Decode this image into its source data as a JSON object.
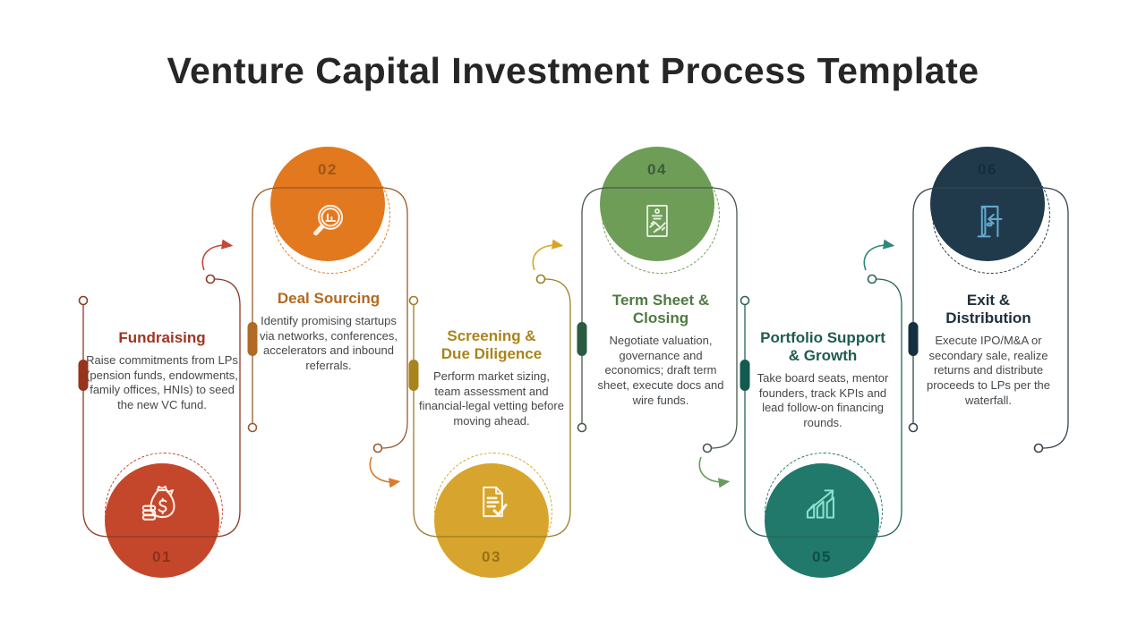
{
  "title": "Venture Capital Investment Process Template",
  "title_color": "#262626",
  "background": "#FFFFFF",
  "body_text_color": "#45484B",
  "steps": [
    {
      "number": "01",
      "title": "Fundraising",
      "description": "Raise commitments from LPs (pension funds, endowments, family offices, HNIs) to seed the new VC fund.",
      "icon": "money-bag-icon",
      "colors": {
        "circle": "#C5472B",
        "number": "#8E3118",
        "title": "#9E3523",
        "outline": "#8E3B24",
        "capsule": "#97341B",
        "arrow": "#C4483B"
      }
    },
    {
      "number": "02",
      "title": "Deal Sourcing",
      "description": "Identify promising startups via networks, conferences, accelerators and inbound referrals.",
      "icon": "magnifier-bar-chart-icon",
      "colors": {
        "circle": "#E2791E",
        "number": "#9E5618",
        "title": "#B4691F",
        "outline": "#995A2C",
        "capsule": "#B06A26",
        "arrow": "#DA7A2B"
      }
    },
    {
      "number": "03",
      "title": "Screening & Due Diligence",
      "description": "Perform market sizing, team assessment and financial-legal vetting before moving ahead.",
      "icon": "document-check-icon",
      "colors": {
        "circle": "#D7A52D",
        "number": "#9A7114",
        "title": "#A8851C",
        "outline": "#9C7C26",
        "capsule": "#A8841D",
        "arrow": "#D8A525"
      }
    },
    {
      "number": "04",
      "title": "Term Sheet & Closing",
      "description": "Negotiate valuation, governance and economics; draft term sheet, execute docs and wire funds.",
      "icon": "contract-handshake-icon",
      "colors": {
        "circle": "#6E9D58",
        "number": "#3D5C33",
        "title": "#4F7A42",
        "outline": "#4A584C",
        "capsule": "#2B5A43",
        "arrow": "#689C5E"
      }
    },
    {
      "number": "05",
      "title": "Portfolio Support & Growth",
      "description": "Take board seats, mentor founders, track KPIs and lead follow-on financing rounds.",
      "icon": "growth-chart-icon",
      "colors": {
        "circle": "#20796B",
        "number": "#0E4F44",
        "title": "#1E5B50",
        "outline": "#2A655A",
        "capsule": "#155A4E",
        "arrow": "#2F8878"
      }
    },
    {
      "number": "06",
      "title": "Exit & Distribution",
      "description": "Execute IPO/M&A or secondary sale, realize returns and distribute proceeds to LPs per the waterfall.",
      "icon": "exit-door-icon",
      "colors": {
        "circle": "#20394B",
        "number": "#152C3C",
        "title": "#20303C",
        "outline": "#36454F",
        "capsule": "#142F3E",
        "arrow": ""
      }
    }
  ]
}
